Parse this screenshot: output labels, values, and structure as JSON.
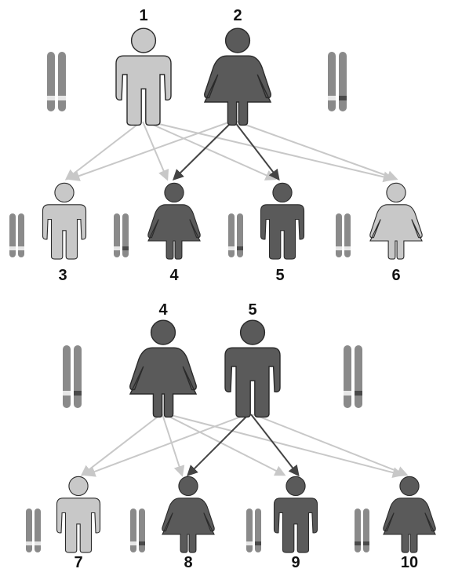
{
  "colors": {
    "unaffected": "#c8c8c8",
    "affected": "#5a5a5a",
    "outline": "#2a2a2a",
    "arrow_light": "#c8c8c8",
    "arrow_dark": "#444444",
    "chromosome": "#8a8a8a",
    "band_light": "#e6e6e6",
    "band_dark": "#4a4a4a"
  },
  "generation_1": {
    "parents": [
      {
        "label": "1",
        "sex": "male",
        "status": "unaffected",
        "alleles": [
          "light",
          "light"
        ]
      },
      {
        "label": "2",
        "sex": "female",
        "status": "affected",
        "alleles": [
          "light",
          "dark"
        ]
      }
    ],
    "children": [
      {
        "label": "3",
        "sex": "male",
        "status": "unaffected",
        "alleles": [
          "light",
          "light"
        ]
      },
      {
        "label": "4",
        "sex": "female",
        "status": "affected",
        "alleles": [
          "light",
          "dark"
        ]
      },
      {
        "label": "5",
        "sex": "male",
        "status": "affected",
        "alleles": [
          "light",
          "dark"
        ]
      },
      {
        "label": "6",
        "sex": "female",
        "status": "unaffected",
        "alleles": [
          "light",
          "light"
        ]
      }
    ]
  },
  "generation_2": {
    "parents": [
      {
        "label": "4",
        "sex": "female",
        "status": "affected",
        "alleles": [
          "light",
          "dark"
        ]
      },
      {
        "label": "5",
        "sex": "male",
        "status": "affected",
        "alleles": [
          "light",
          "dark"
        ]
      }
    ],
    "children": [
      {
        "label": "7",
        "sex": "male",
        "status": "unaffected",
        "alleles": [
          "light",
          "light"
        ]
      },
      {
        "label": "8",
        "sex": "female",
        "status": "affected",
        "alleles": [
          "light",
          "dark"
        ]
      },
      {
        "label": "9",
        "sex": "male",
        "status": "affected",
        "alleles": [
          "light",
          "dark"
        ]
      },
      {
        "label": "10",
        "sex": "female",
        "status": "affected",
        "alleles": [
          "dark",
          "dark"
        ]
      }
    ]
  }
}
